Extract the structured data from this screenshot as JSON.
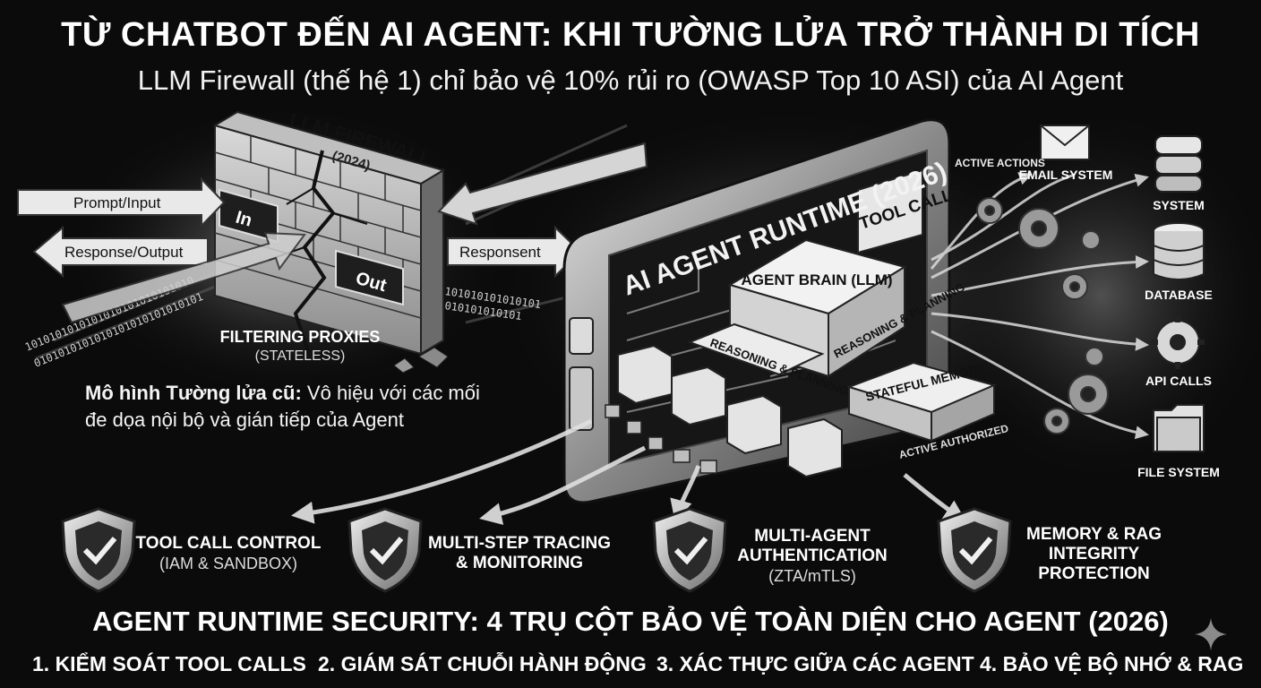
{
  "header": {
    "title": "TỪ CHATBOT ĐẾN AI AGENT: KHI TƯỜNG LỬA TRỞ THÀNH DI TÍCH",
    "subtitle": "LLM Firewall (thế hệ 1) chỉ bảo vệ 10% rủi ro (OWASP Top 10 ASI) của AI Agent"
  },
  "firewall": {
    "title": "LLM FIREWALL",
    "year": "(2024)",
    "in_label": "In",
    "out_label": "Out",
    "prompt_label": "Prompt/Input",
    "response_label": "Response/Output",
    "responsent_label": "Responsent",
    "proxies_label": "FILTERING PROXIES",
    "proxies_sub": "(STATELESS)",
    "binary_text": "1010101010101010101010101010",
    "binary_text_2": "0101010101010101010101"
  },
  "note": {
    "bold": "Mô hình Tường lửa cũ:",
    "text": " Vô hiệu với các mối đe dọa nội bộ và gián tiếp của Agent"
  },
  "runtime": {
    "title": "AI AGENT RUNTIME (2026)",
    "tool_calls": "TOOL CALLS",
    "brain": "AGENT BRAIN (LLM)",
    "reasoning_left": "REASONING & PLANNING",
    "reasoning_right": "REASONING & PLANNING",
    "memory": "STATEFUL MEMORY",
    "active_authorized": "ACTIVE AUTHORIZED",
    "active_actions": "ACTIVE ACTIONS"
  },
  "targets": [
    {
      "label": "EMAIL SYSTEM",
      "icon": "envelope-icon"
    },
    {
      "label": "SYSTEM",
      "icon": "server-icon"
    },
    {
      "label": "DATABASE",
      "icon": "database-icon"
    },
    {
      "label": "API CALLS",
      "icon": "gear-icon"
    },
    {
      "label": "FILE SYSTEM",
      "icon": "folder-icon"
    }
  ],
  "pillars": [
    {
      "title": "TOOL CALL CONTROL",
      "sub": "(IAM & SANDBOX)"
    },
    {
      "title": "MULTI-STEP TRACING & MONITORING",
      "sub": ""
    },
    {
      "title": "MULTI-AGENT AUTHENTICATION",
      "sub": "(ZTA/mTLS)"
    },
    {
      "title": "MEMORY & RAG INTEGRITY PROTECTION",
      "sub": ""
    }
  ],
  "footer": {
    "title": "AGENT RUNTIME SECURITY: 4 TRỤ CỘT BẢO VỆ TOÀN DIỆN CHO AGENT (2026)",
    "items": [
      "1. KIỂM SOÁT TOOL CALLS",
      "2. GIÁM SÁT CHUỖI HÀNH ĐỘNG",
      "3. XÁC THỰC GIỮA CÁC AGENT",
      "4. BẢO VỆ BỘ NHỚ & RAG"
    ]
  }
}
